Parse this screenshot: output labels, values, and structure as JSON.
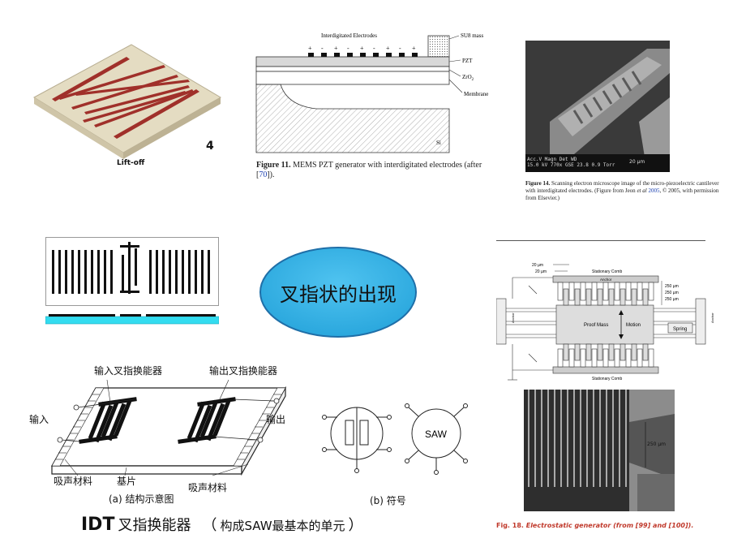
{
  "center_title": "叉指状的出现",
  "bottom_title": {
    "idt": "IDT",
    "main": "叉指换能器",
    "paren_open": "（",
    "detail": "构成SAW最基本的单元",
    "paren_close": "）"
  },
  "liftoff": {
    "label": "Lift-off",
    "number": "4"
  },
  "mems_pzt": {
    "labels": {
      "interdigitated": "Interdigitated Electrodes",
      "su8": "SU8 mass",
      "pzt": "PZT",
      "zro2": "ZrO",
      "zro2_sub": "2",
      "membrane": "Membrane",
      "si": "Si"
    },
    "caption_bold": "Figure 11.",
    "caption_text": " MEMS PZT generator with interdigitated electrodes (after [",
    "caption_ref": "70",
    "caption_end": "])."
  },
  "sem": {
    "caption_bold": "Figure 14.",
    "caption_text": " Scanning electron microscope image of the micro-piezoelectric cantilever with interdigitated electrodes. (Figure from Jeon ",
    "caption_etal": "et al",
    "caption_year": "2005",
    "caption_end": ", © 2005, with permission from Elsevier.)",
    "info_line1": "Acc.V  Magn   Det  WD",
    "info_line2": "15.0 kV 770x  GSE 23.8  0.9 Torr",
    "scale": "20 µm"
  },
  "saw": {
    "input_idt": "输入叉指换能器",
    "output_idt": "输出叉指换能器",
    "input": "输入",
    "output": "输出",
    "absorber_left": "吸声材料",
    "substrate": "基片",
    "absorber_right": "吸声材料",
    "caption_a": "(a) 结构示意图",
    "caption_b": "(b) 符号",
    "symbol_label": "SAW"
  },
  "comb": {
    "dim1": "20 µm",
    "dim2": "20 µm",
    "stationary_top": "Stationary Comb",
    "anchor": "Anchor",
    "dim3": "250 µm",
    "dim4": "250 µm",
    "dim5": "250 µm",
    "proof_mass": "Proof Mass",
    "motion": "Motion",
    "spring": "Spring",
    "stationary_bottom": "Stationary Comb",
    "side_left": "Anchor",
    "side_right": "Anchor"
  },
  "micrograph": {
    "scale": "250 µm"
  },
  "fig18": {
    "label": "Fig. 18.",
    "text": " Electrostatic generator (from [99] and [100])."
  },
  "colors": {
    "electrode_red": "#a0302a",
    "substrate_beige": "#e4dcc2",
    "ellipse_fill": "#2aa7dd",
    "ellipse_edge": "#1f6fa8",
    "cyan_bar": "#33dcf0",
    "link_blue": "#1a3fb0",
    "fig_red": "#c0392b"
  }
}
